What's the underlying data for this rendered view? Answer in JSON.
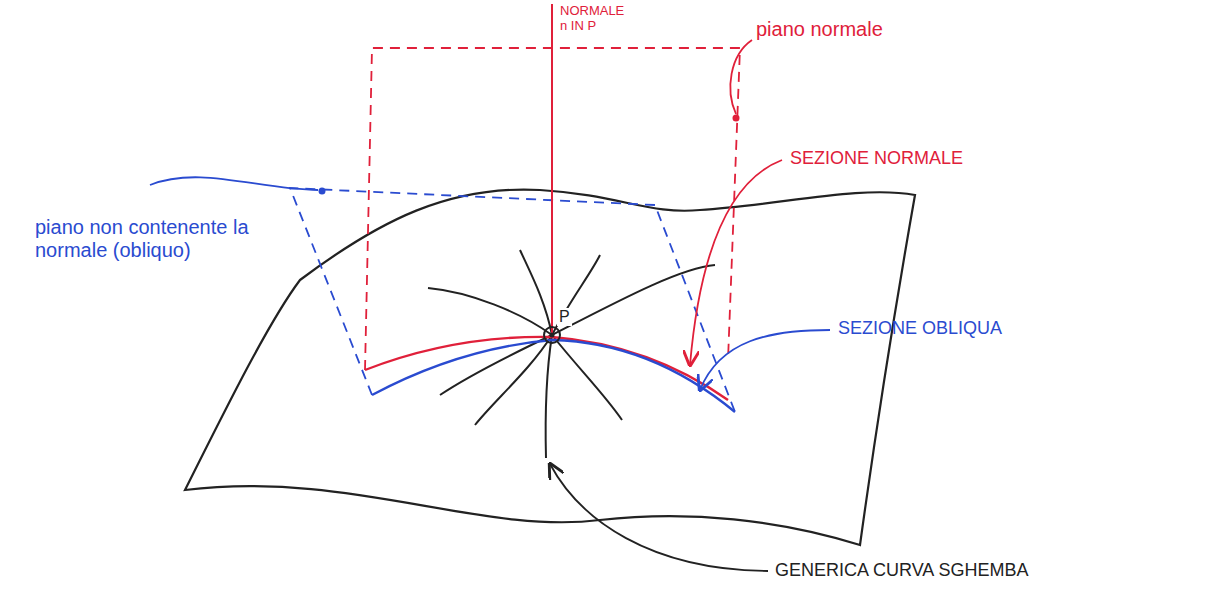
{
  "diagram": {
    "labels": [
      "NORMALE n IN P",
      "piano normale",
      "piano non contenente la normale (obliquo)",
      "P",
      "SEZIONE NORMALE",
      "SEZIONE OBLIQUA",
      "GENERICA CURVA SGHEMBA"
    ]
  }
}
